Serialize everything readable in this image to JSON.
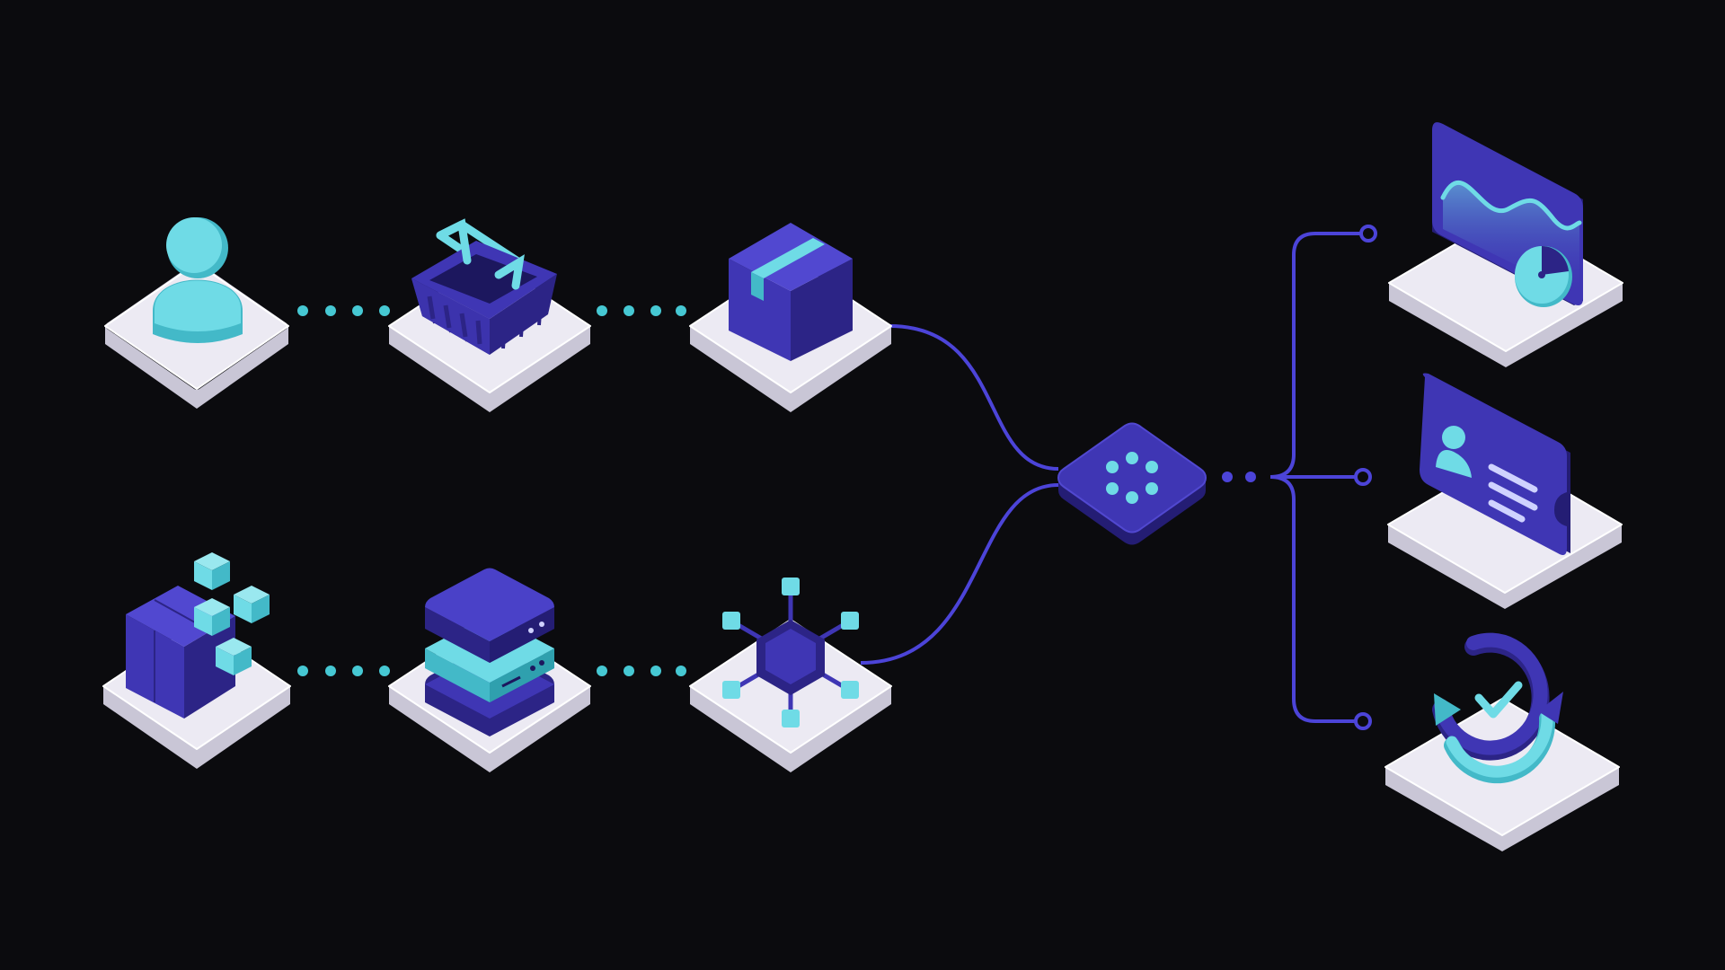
{
  "colors": {
    "background": "#0b0b0e",
    "platform_top": "#eceaf3",
    "platform_side": "#c9c6d6",
    "indigo": "#3f36b4",
    "indigo_dark": "#2c2486",
    "indigo_light": "#5148d0",
    "cyan": "#6fdbe6",
    "cyan_dark": "#43b9c8",
    "connector": "#4c44d8",
    "dot": "#46c8d3"
  },
  "nodes": [
    {
      "id": "customer",
      "icon": "user-icon"
    },
    {
      "id": "cart",
      "icon": "shopping-basket-icon"
    },
    {
      "id": "package",
      "icon": "package-box-icon"
    },
    {
      "id": "inventory",
      "icon": "modular-cubes-icon"
    },
    {
      "id": "database",
      "icon": "server-stack-icon"
    },
    {
      "id": "integration",
      "icon": "hexagon-network-icon"
    },
    {
      "id": "hub",
      "icon": "processing-hub-icon"
    },
    {
      "id": "analytics",
      "icon": "dashboard-chart-icon"
    },
    {
      "id": "identity",
      "icon": "id-card-icon"
    },
    {
      "id": "sync",
      "icon": "sync-check-icon"
    }
  ],
  "edges": [
    {
      "from": "customer",
      "to": "cart",
      "style": "dotted"
    },
    {
      "from": "cart",
      "to": "package",
      "style": "dotted"
    },
    {
      "from": "inventory",
      "to": "database",
      "style": "dotted"
    },
    {
      "from": "database",
      "to": "integration",
      "style": "dotted"
    },
    {
      "from": "package",
      "to": "hub",
      "style": "curve"
    },
    {
      "from": "integration",
      "to": "hub",
      "style": "curve"
    },
    {
      "from": "hub",
      "to": "analytics",
      "style": "branch"
    },
    {
      "from": "hub",
      "to": "identity",
      "style": "branch"
    },
    {
      "from": "hub",
      "to": "sync",
      "style": "branch"
    }
  ]
}
